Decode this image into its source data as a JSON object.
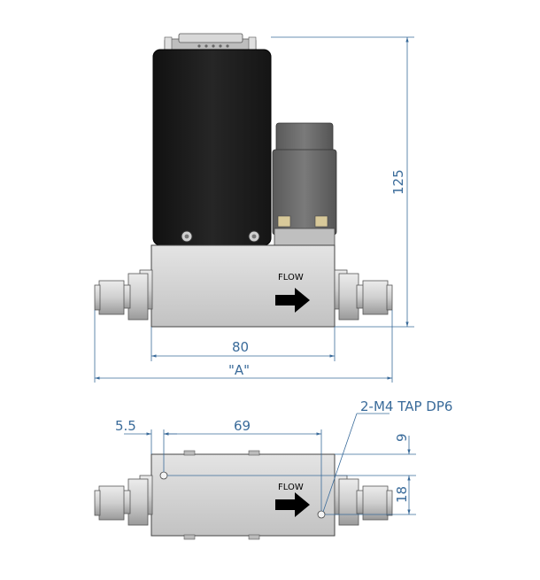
{
  "front_view": {
    "flow_label": "FLOW",
    "dim_height": "125",
    "dim_body_width": "80",
    "dim_overall": "\"A\""
  },
  "bottom_view": {
    "flow_label": "FLOW",
    "dim_offset": "5.5",
    "dim_hole_spacing": "69",
    "dim_top_offset": "9",
    "dim_hole_height": "18",
    "callout": "2-M4 TAP DP6"
  },
  "colors": {
    "dimension": "#3a6b9a",
    "body_dark": "#1c1c1c",
    "metal": "#d0d0d0",
    "connector": "#6a6a6a"
  }
}
